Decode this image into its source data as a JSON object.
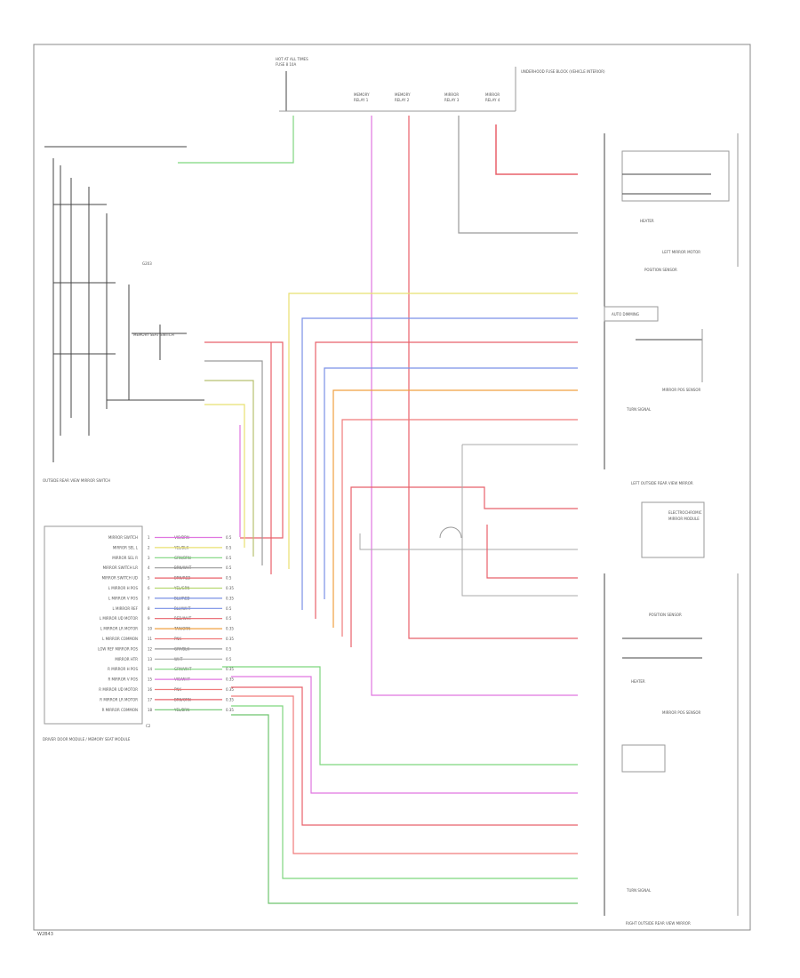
{
  "footer": {
    "code": "W2B43"
  },
  "fuse": {
    "title_1": "HOT AT ALL TIMES",
    "title_2": "FUSE 8 10A",
    "note": "UNDERHOOD FUSE BLOCK (VEHICLE INTERIOR)"
  },
  "top_relays": [
    {
      "l1": "MEMORY",
      "l2": "RELAY 1"
    },
    {
      "l1": "MEMORY",
      "l2": "RELAY 2"
    },
    {
      "l1": "MIRROR",
      "l2": "RELAY 3"
    },
    {
      "l1": "MIRROR",
      "l2": "RELAY 4"
    }
  ],
  "left_switch": {
    "ground": "G203",
    "mem_label": "MEMORY SEAT SWITCH",
    "title": "OUTSIDE REAR VIEW MIRROR SWITCH"
  },
  "module": {
    "title": "DRIVER DOOR MODULE / MEMORY SEAT MODULE",
    "pins": [
      {
        "pin": "1",
        "name": "MIRROR SWITCH",
        "color": "VIO/BRN",
        "gauge": "0.5"
      },
      {
        "pin": "2",
        "name": "MIRROR SEL L",
        "color": "YEL/BLK",
        "gauge": "0.5"
      },
      {
        "pin": "3",
        "name": "MIRROR SEL R",
        "color": "GRN/BRN",
        "gauge": "0.5"
      },
      {
        "pin": "4",
        "name": "MIRROR SWITCH LR",
        "color": "BRN/WHT",
        "gauge": "0.5"
      },
      {
        "pin": "5",
        "name": "MIRROR SWITCH UD",
        "color": "BRN/RED",
        "gauge": "0.5"
      },
      {
        "pin": "6",
        "name": "L MIRROR H POS",
        "color": "YEL/GRN",
        "gauge": "0.35"
      },
      {
        "pin": "7",
        "name": "L MIRROR V POS",
        "color": "BLU/RED",
        "gauge": "0.35"
      },
      {
        "pin": "8",
        "name": "L MIRROR REF",
        "color": "BLU/WHT",
        "gauge": "0.5"
      },
      {
        "pin": "9",
        "name": "L MIRROR UD MOTOR",
        "color": "RED/WHT",
        "gauge": "0.5"
      },
      {
        "pin": "10",
        "name": "L MIRROR LR MOTOR",
        "color": "TAN/ORN",
        "gauge": "0.35"
      },
      {
        "pin": "11",
        "name": "L MIRROR COMMON",
        "color": "PNK",
        "gauge": "0.35"
      },
      {
        "pin": "12",
        "name": "LOW REF MIRROR POS",
        "color": "GRY/BLK",
        "gauge": "0.5"
      },
      {
        "pin": "13",
        "name": "MIRROR HTR",
        "color": "WHT",
        "gauge": "0.5"
      },
      {
        "pin": "14",
        "name": "R MIRROR H POS",
        "color": "GRN/WHT",
        "gauge": "0.35"
      },
      {
        "pin": "15",
        "name": "R MIRROR V POS",
        "color": "VIO/WHT",
        "gauge": "0.35"
      },
      {
        "pin": "16",
        "name": "R MIRROR UD MOTOR",
        "color": "PNK",
        "gauge": "0.35"
      },
      {
        "pin": "17",
        "name": "R MIRROR LR MOTOR",
        "color": "BRN/ORN",
        "gauge": "0.35"
      },
      {
        "pin": "18",
        "name": "R MIRROR COMMON",
        "color": "YEL/BRN",
        "gauge": "0.35"
      }
    ],
    "extra": "C2"
  },
  "left_mirror": {
    "title": "LEFT OUTSIDE REAR VIEW MIRROR",
    "motor_title": "POSITION SENSOR",
    "heater": "HEATER",
    "fold": "LEFT MIRROR MOTOR",
    "sensor": "MIRROR POS SENSOR",
    "auto_dim": "AUTO DIMMING",
    "turn": "TURN SIGNAL"
  },
  "right_mirror": {
    "title": "RIGHT OUTSIDE REAR VIEW MIRROR",
    "motor_title": "POSITION SENSOR",
    "heater": "HEATER",
    "sensor": "MIRROR POS SENSOR",
    "turn": "TURN SIGNAL"
  },
  "module_conn": {
    "label_1": "ELECTROCHROMIC",
    "label_2": "MIRROR MODULE"
  }
}
